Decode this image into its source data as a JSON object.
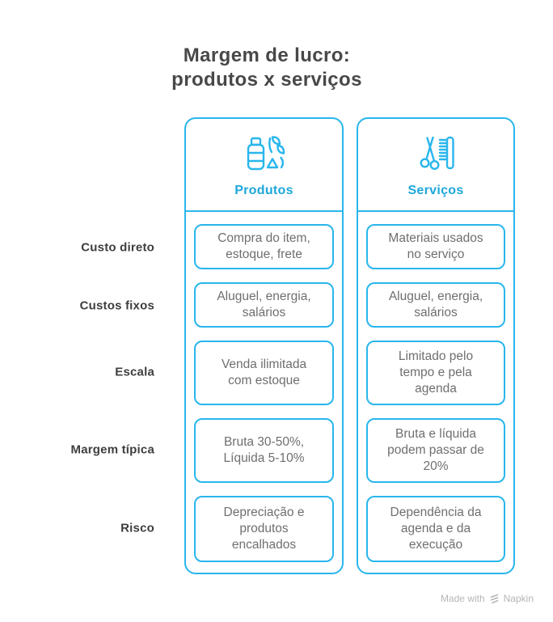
{
  "title": {
    "line1": "Margem de lucro:",
    "line2": "produtos x serviços"
  },
  "columns": [
    {
      "label": "Produtos",
      "icon": "products-bottle-leaf-icon"
    },
    {
      "label": "Serviços",
      "icon": "scissors-comb-icon"
    }
  ],
  "rows": [
    {
      "label": "Custo direto",
      "produtos": "Compra do item, estoque, frete",
      "servicos": "Materiais usados no serviço"
    },
    {
      "label": "Custos fixos",
      "produtos": "Aluguel, energia, salários",
      "servicos": "Aluguel, energia, salários"
    },
    {
      "label": "Escala",
      "produtos": "Venda ilimitada com estoque",
      "servicos": "Limitado pelo tempo e pela agenda"
    },
    {
      "label": "Margem típica",
      "produtos": "Bruta 30-50%, Líquida 5-10%",
      "servicos": "Bruta e líquida podem passar de 20%"
    },
    {
      "label": "Risco",
      "produtos": "Depreciação e produtos encalhados",
      "servicos": "Dependência da agenda e da execução"
    }
  ],
  "watermark": {
    "prefix": "Made with",
    "brand": "Napkin"
  },
  "colors": {
    "accent_border": "#29b6ec",
    "accent_label": "#1ea7db",
    "title_text": "#484848",
    "row_label_text": "#3e3e3e",
    "cell_text": "#6f6f6f",
    "watermark_text": "#b5b5b5",
    "background": "#ffffff"
  }
}
